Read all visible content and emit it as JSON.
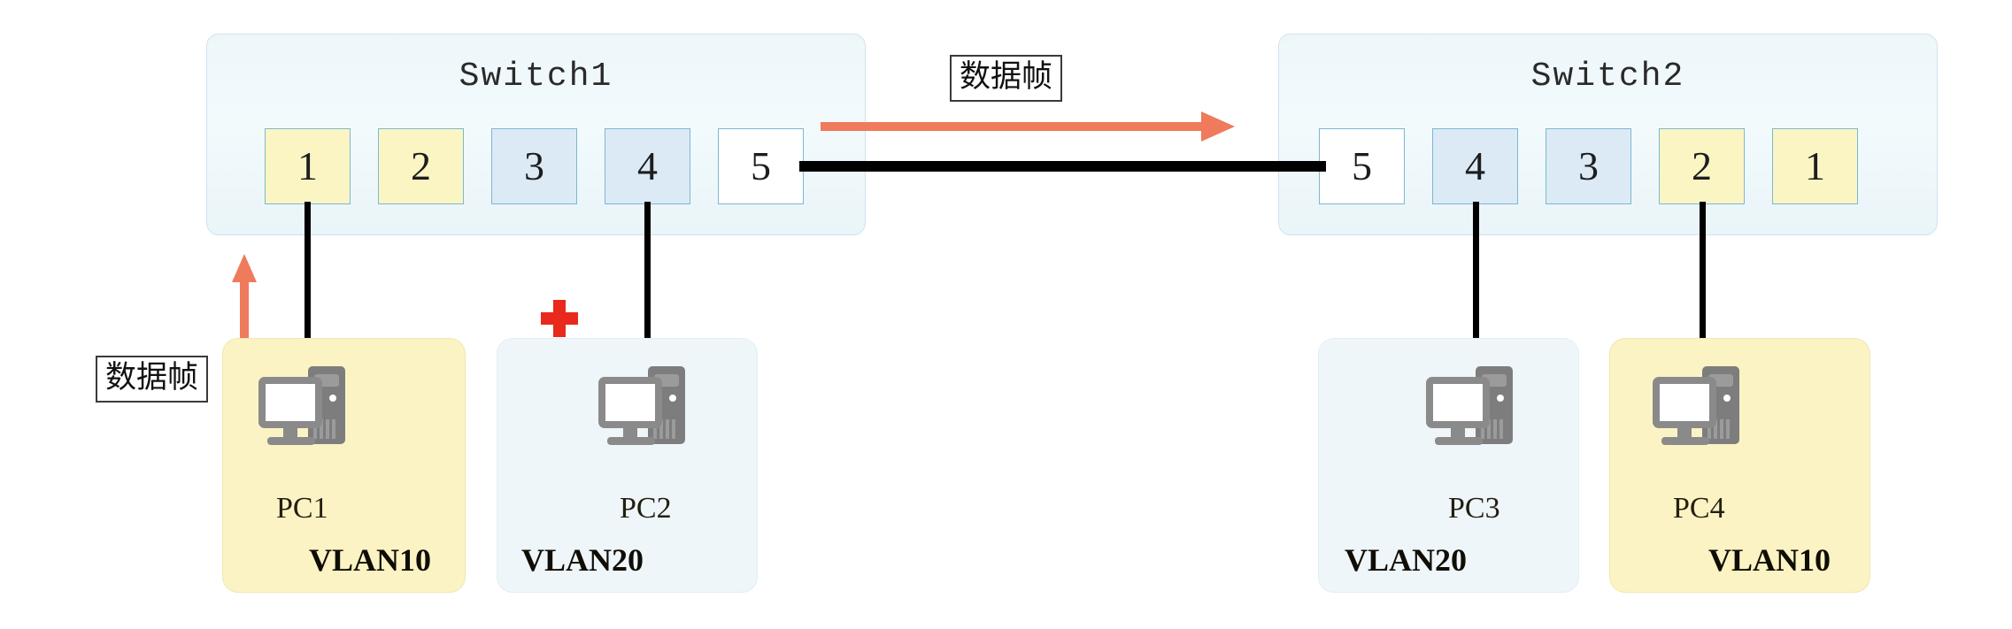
{
  "diagram": {
    "title": "VLAN trunk data frame forwarding",
    "colors": {
      "vlan10": "#fbf5c4",
      "vlan20": "#dceaf6",
      "trunk_port": "#ffffff",
      "switch_fill": "#edf7fa",
      "port_border": "#7cb8cf",
      "cable": "#000000",
      "frame_arrow": "#ef7a5c",
      "blocked_cross": "#e8291c"
    }
  },
  "switches": [
    {
      "name": "Switch1",
      "ports": [
        {
          "number": "1",
          "vlan": "vlan10"
        },
        {
          "number": "2",
          "vlan": "vlan10"
        },
        {
          "number": "3",
          "vlan": "vlan20"
        },
        {
          "number": "4",
          "vlan": "vlan20"
        },
        {
          "number": "5",
          "vlan": "trunk"
        }
      ]
    },
    {
      "name": "Switch2",
      "ports": [
        {
          "number": "5",
          "vlan": "trunk"
        },
        {
          "number": "4",
          "vlan": "vlan20"
        },
        {
          "number": "3",
          "vlan": "vlan20"
        },
        {
          "number": "2",
          "vlan": "vlan10"
        },
        {
          "number": "1",
          "vlan": "vlan10"
        }
      ]
    }
  ],
  "hosts": [
    {
      "name": "PC1",
      "vlan": "VLAN10",
      "panel": "yellow",
      "blocked": false
    },
    {
      "name": "PC2",
      "vlan": "VLAN20",
      "panel": "blue",
      "blocked": true
    },
    {
      "name": "PC3",
      "vlan": "VLAN20",
      "panel": "blue",
      "blocked": false
    },
    {
      "name": "PC4",
      "vlan": "VLAN10",
      "panel": "yellow",
      "blocked": false
    }
  ],
  "annotations": {
    "frame_label_left": "数据帧",
    "frame_label_top": "数据帧"
  },
  "icons": {
    "blocked": "red-cross-icon",
    "host": "desktop-computer-icon",
    "flow_up": "arrow-up-icon",
    "flow_right": "arrow-right-icon"
  }
}
